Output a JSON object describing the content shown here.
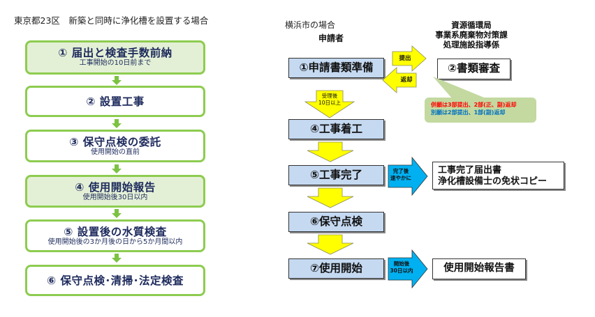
{
  "tokyo": {
    "title": "東京都23区　新築と同時に浄化槽を設置する場合",
    "steps": [
      {
        "label": "① 届出と検査手数前納",
        "note": "工事開始の10日前まで"
      },
      {
        "label": "② 設置工事",
        "note": ""
      },
      {
        "label": "③ 保守点検の委託",
        "note": "使用開始の直前"
      },
      {
        "label": "④ 使用開始報告",
        "note": "使用開始後30日以内"
      },
      {
        "label": "⑤ 設置後の水質検査",
        "note": "使用開始後の3か月後の日から5か月間以内"
      },
      {
        "label": "⑥ 保守点検･清掃･法定検査",
        "note": ""
      }
    ],
    "colors": {
      "border": "#8dcc4f",
      "fill": "#e4f0d6",
      "text": "#1d2a5c",
      "arrow": "#7cc242"
    }
  },
  "yokohama": {
    "title": "横浜市の場合",
    "applicant": "申請者",
    "bureau": [
      "資源循環局",
      "事業系廃棄物対策課",
      "処理施設指導係"
    ],
    "steps": {
      "s1": "①申請書類準備",
      "s2": "②書類審査",
      "s4": "④工事着工",
      "s5": "⑤工事完了",
      "s6": "⑥保守点検",
      "s7": "⑦使用開始"
    },
    "arrows": {
      "submit": "提出",
      "return": "返却",
      "after_receipt": [
        "受理後",
        "10日以上"
      ],
      "after_completion": [
        "完了後",
        "速やかに"
      ],
      "after_start": [
        "開始後",
        "30日以内"
      ]
    },
    "notes": {
      "combined": "併願は3部提出、2部(正、副)返却",
      "separate": "別願は2部提出、1部(副)返却"
    },
    "outputs": {
      "completion": [
        "工事完了届出書",
        "浄化槽設備士の免状コピー"
      ],
      "start_report": "使用開始報告書"
    },
    "colors": {
      "box": "#c5d9f1",
      "yellow": "#ffff00",
      "cyan": "#00b0f0",
      "note_bg": "#c3d9a0",
      "red": "#ff0000",
      "blue": "#0070c0"
    }
  }
}
